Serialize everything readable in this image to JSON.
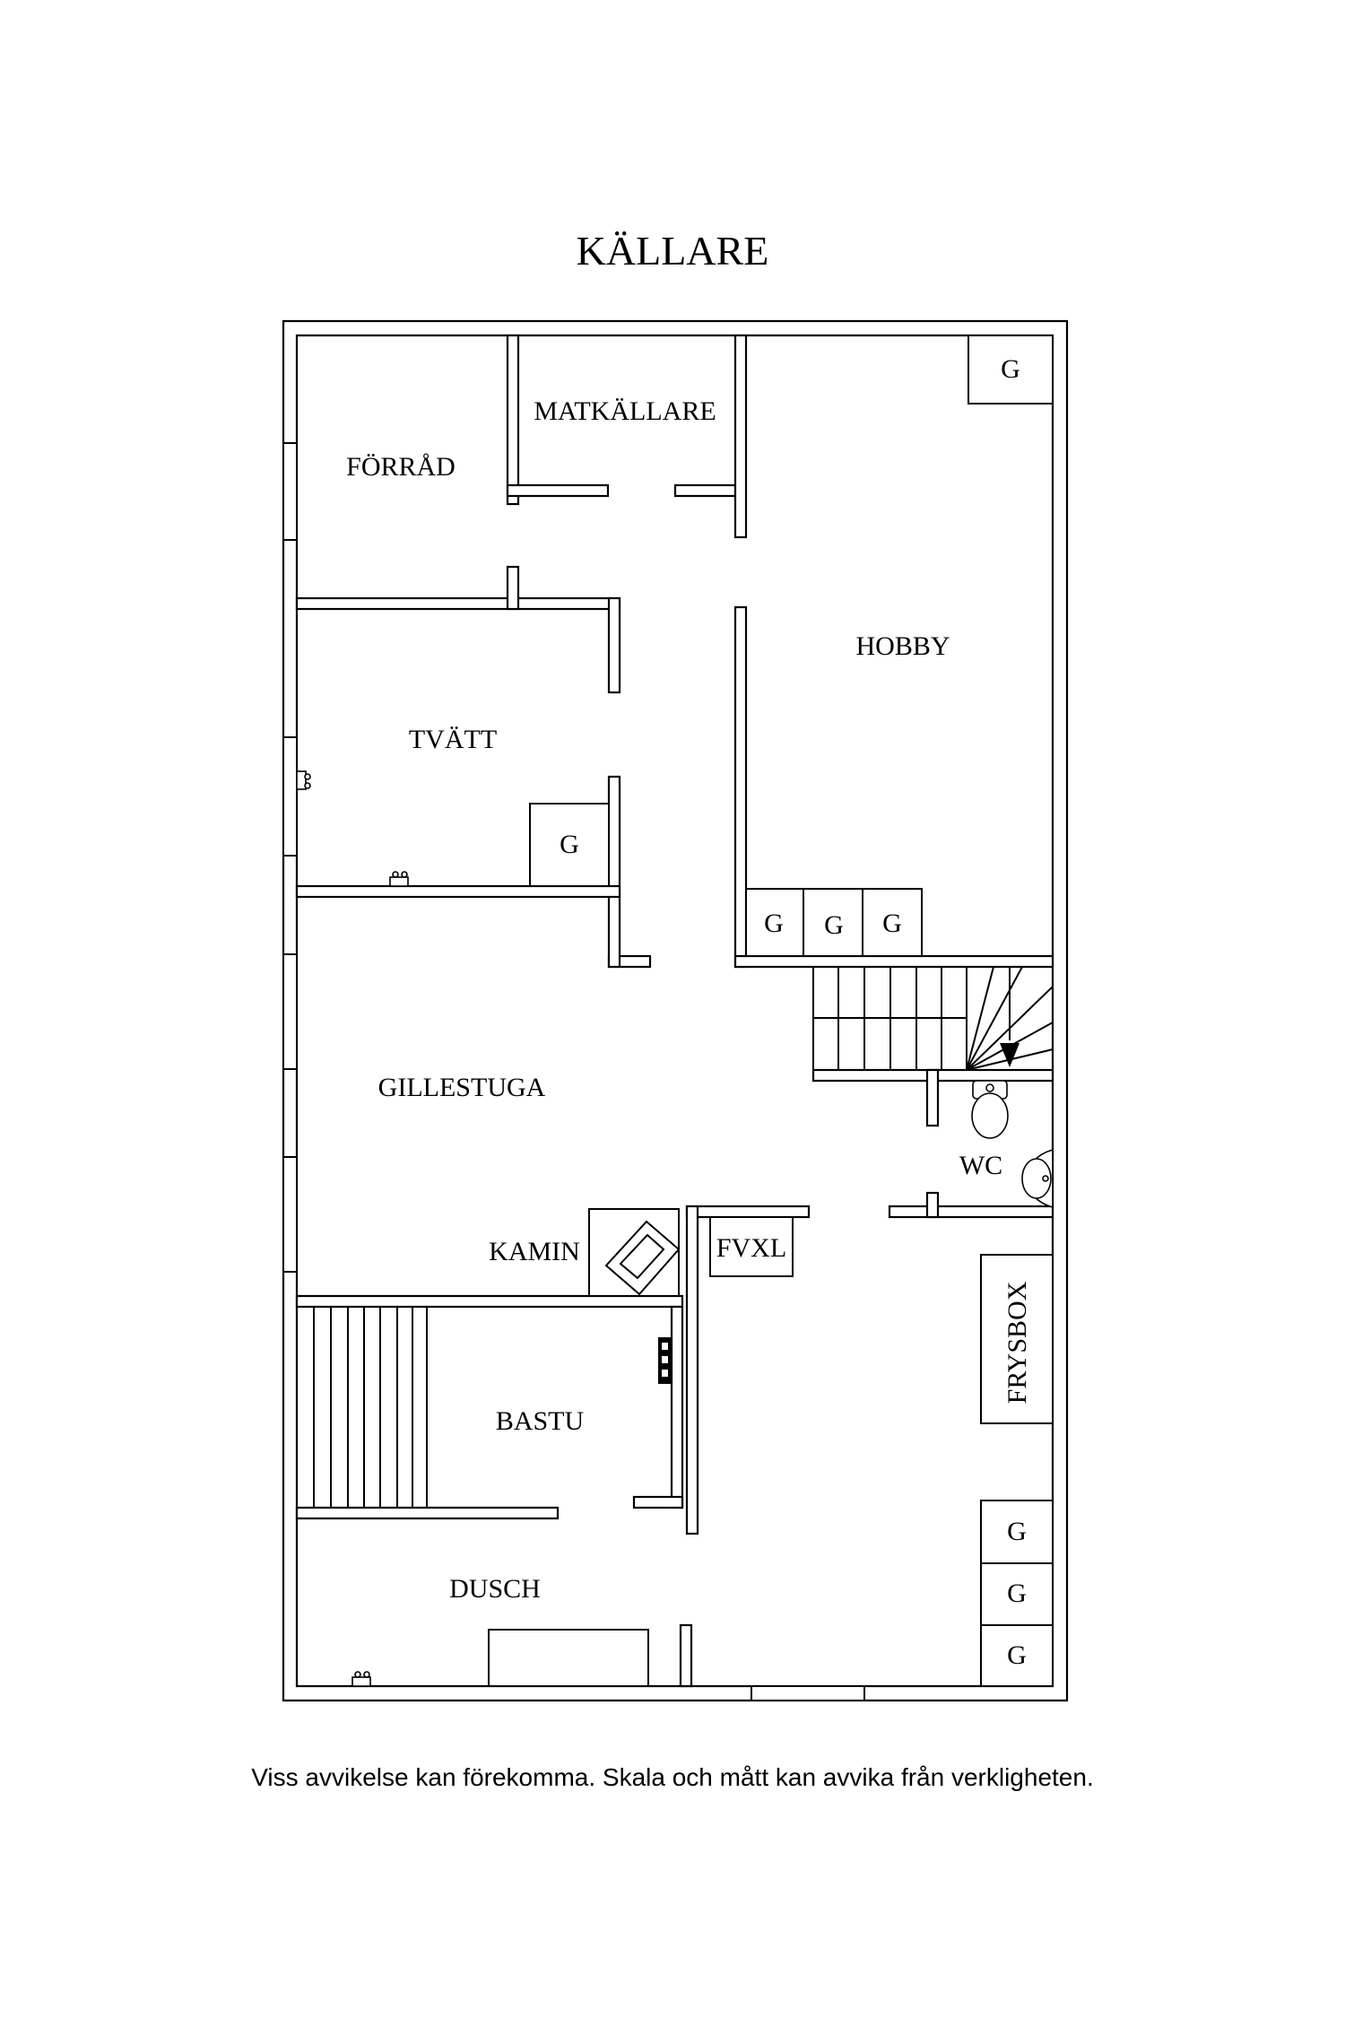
{
  "title": "KÄLLARE",
  "rooms": {
    "forrad": "FÖRRÅD",
    "matkallare": "MATKÄLLARE",
    "hobby": "HOBBY",
    "tvatt": "TVÄTT",
    "gillestuga": "GILLESTUGA",
    "kamin": "KAMIN",
    "fvxl": "FVXL",
    "wc": "WC",
    "frysbox": "FRYSBOX",
    "bastu": "BASTU",
    "dusch": "DUSCH"
  },
  "closet_label": "G",
  "disclaimer": "Viss avvikelse kan förekomma. Skala och mått kan avvika från verkligheten."
}
